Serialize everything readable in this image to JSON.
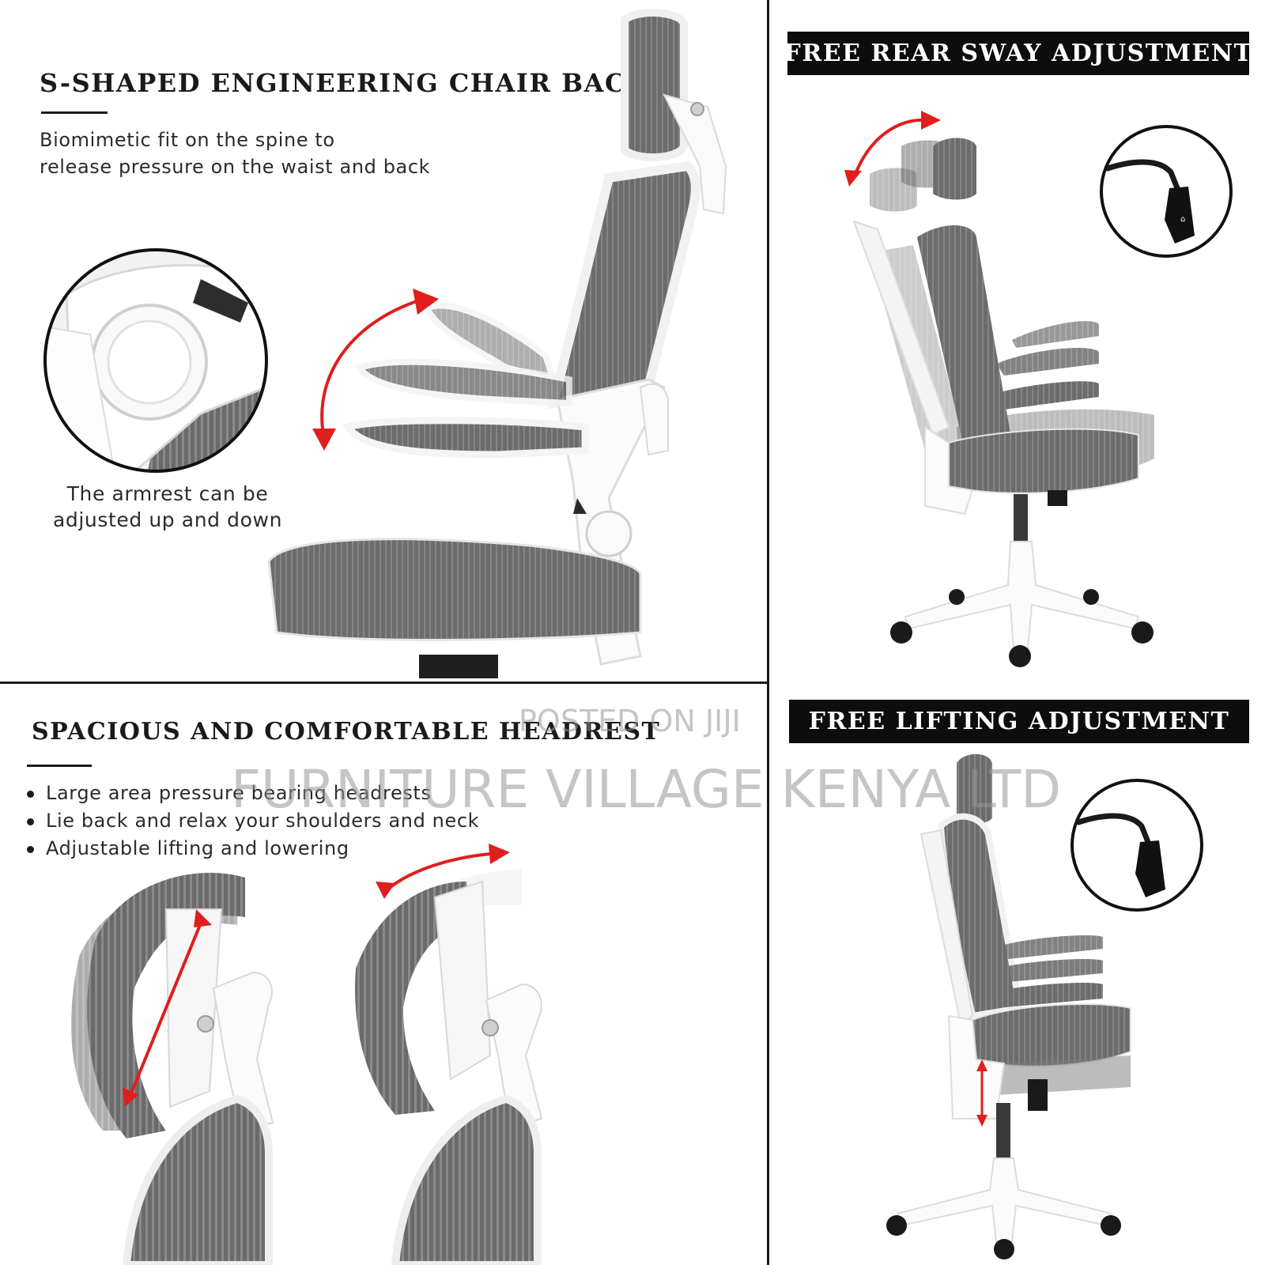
{
  "panel_top_left": {
    "title": "S-SHAPED ENGINEERING CHAIR BACK",
    "description_line1": "Biomimetic fit on the spine to",
    "description_line2": "release pressure on the waist and back",
    "caption_line1": "The armrest can be",
    "caption_line2": "adjusted up and down"
  },
  "panel_top_right": {
    "banner": "FREE REAR SWAY ADJUSTMENT"
  },
  "panel_bottom_left": {
    "title": "SPACIOUS AND COMFORTABLE HEADREST",
    "bullets": [
      "Large area pressure bearing headrests",
      "Lie back and relax your shoulders and neck",
      "Adjustable lifting and lowering"
    ]
  },
  "panel_bottom_right": {
    "banner": "FREE LIFTING ADJUSTMENT"
  },
  "watermark": {
    "line1": "POSTED ON JIJI",
    "line2": "FURNITURE VILLAGE KENYA LTD"
  },
  "colors": {
    "mesh": "#6e6e6e",
    "frame": "#f4f4f4",
    "arrow": "#e01e1e",
    "banner": "#0d0d0d"
  }
}
